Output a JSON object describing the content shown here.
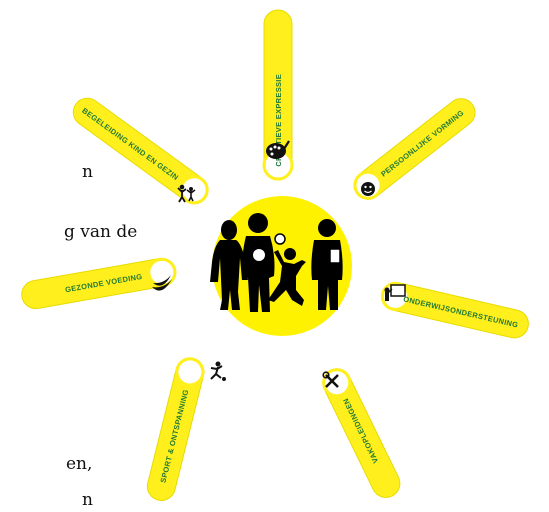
{
  "colors": {
    "ray_fill": "#ffef1c",
    "ray_edge": "#e6dc00",
    "label_text": "#1f7a36",
    "center_circle": "#fff200",
    "silhouette": "#000000",
    "side_text": "#111111"
  },
  "side_text": {
    "line1": "n",
    "line2": "g van de",
    "line3": "en,",
    "line4": "n"
  },
  "rays": [
    {
      "label": "CREATIEVE EXPRESSIE",
      "icon": "palette-icon"
    },
    {
      "label": "PERSOONLIJKE VORMING",
      "icon": "smiley-icon"
    },
    {
      "label": "ONDERWIJSONDERSTEUNING",
      "icon": "teacher-board-icon"
    },
    {
      "label": "VAKOPLEIDINGEN",
      "icon": "tools-icon"
    },
    {
      "label": "SPORT & ONTSPANNING",
      "icon": "football-player-icon"
    },
    {
      "label": "GEZONDE VOEDING",
      "icon": "banana-icon"
    },
    {
      "label": "BEGELEIDING KIND EN GEZIN",
      "icon": "parent-child-icon"
    }
  ],
  "center": {
    "icon": "family-silhouette-icon"
  }
}
